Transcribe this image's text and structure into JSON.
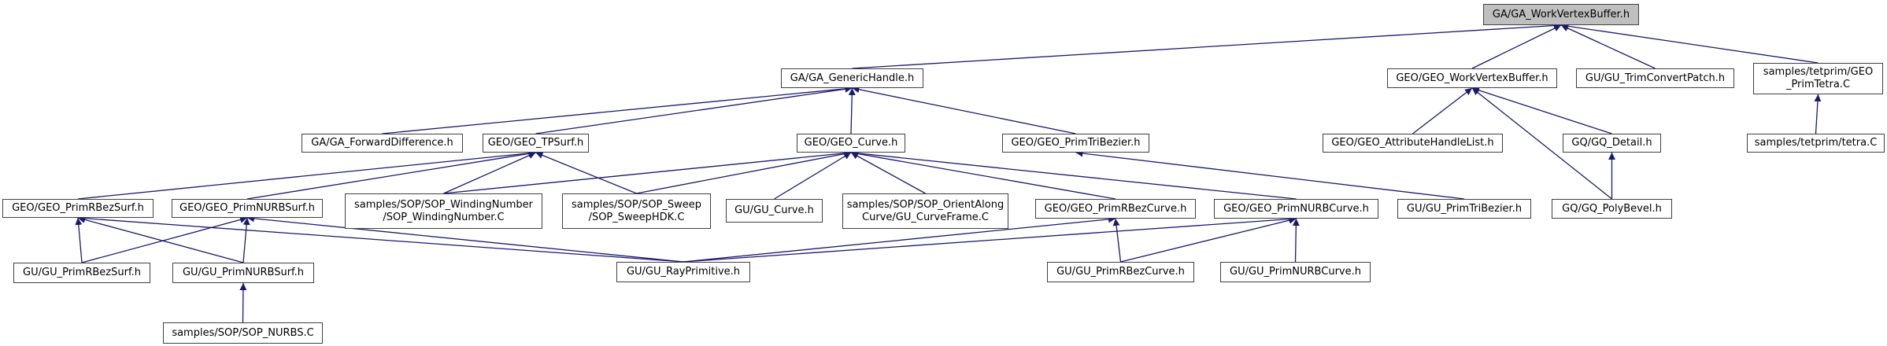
{
  "diagram": {
    "title": "GA/GA_WorkVertexBuffer.h include dependency graph",
    "colors": {
      "edge": "#191970",
      "node_border": "#404040",
      "root_fill": "#bfbfbf",
      "node_fill": "#ffffff"
    },
    "nodes": [
      {
        "id": "ga_workvertexbuffer",
        "label": "GA/GA_WorkVertexBuffer.h",
        "root": true
      },
      {
        "id": "ga_generichandle",
        "label": "GA/GA_GenericHandle.h"
      },
      {
        "id": "geo_workvertexbuffer",
        "label": "GEO/GEO_WorkVertexBuffer.h"
      },
      {
        "id": "gu_trimconvertpatch",
        "label": "GU/GU_TrimConvertPatch.h"
      },
      {
        "id": "tetprim_geo_primtetra",
        "label": "samples/tetprim/GEO\n_PrimTetra.C"
      },
      {
        "id": "ga_forwarddifference",
        "label": "GA/GA_ForwardDifference.h"
      },
      {
        "id": "geo_tpsurf",
        "label": "GEO/GEO_TPSurf.h"
      },
      {
        "id": "geo_curve",
        "label": "GEO/GEO_Curve.h"
      },
      {
        "id": "geo_primtribezier",
        "label": "GEO/GEO_PrimTriBezier.h"
      },
      {
        "id": "geo_attributehandlelist",
        "label": "GEO/GEO_AttributeHandleList.h"
      },
      {
        "id": "gq_detail",
        "label": "GQ/GQ_Detail.h"
      },
      {
        "id": "tetprim_tetra",
        "label": "samples/tetprim/tetra.C"
      },
      {
        "id": "geo_primrbezsurf",
        "label": "GEO/GEO_PrimRBezSurf.h"
      },
      {
        "id": "geo_primnurbsurf",
        "label": "GEO/GEO_PrimNURBSurf.h"
      },
      {
        "id": "sop_windingnumber",
        "label": "samples/SOP/SOP_WindingNumber\n/SOP_WindingNumber.C"
      },
      {
        "id": "sop_sweephdk",
        "label": "samples/SOP/SOP_Sweep\n/SOP_SweepHDK.C"
      },
      {
        "id": "gu_curve",
        "label": "GU/GU_Curve.h"
      },
      {
        "id": "gu_curveframe",
        "label": "samples/SOP/SOP_OrientAlong\nCurve/GU_CurveFrame.C"
      },
      {
        "id": "geo_primrbezcurve",
        "label": "GEO/GEO_PrimRBezCurve.h"
      },
      {
        "id": "geo_primnurbcurve",
        "label": "GEO/GEO_PrimNURBCurve.h"
      },
      {
        "id": "gu_primtribezier",
        "label": "GU/GU_PrimTriBezier.h"
      },
      {
        "id": "gq_polybevel",
        "label": "GQ/GQ_PolyBevel.h"
      },
      {
        "id": "gu_primrbezsurf",
        "label": "GU/GU_PrimRBezSurf.h"
      },
      {
        "id": "gu_primnurbsurf",
        "label": "GU/GU_PrimNURBSurf.h"
      },
      {
        "id": "gu_rayprimitive",
        "label": "GU/GU_RayPrimitive.h"
      },
      {
        "id": "gu_primrbezcurve",
        "label": "GU/GU_PrimRBezCurve.h"
      },
      {
        "id": "gu_primnurbcurve",
        "label": "GU/GU_PrimNURBCurve.h"
      },
      {
        "id": "sop_nurbs",
        "label": "samples/SOP/SOP_NURBS.C"
      }
    ],
    "edges": [
      {
        "from": "ga_generichandle",
        "to": "ga_workvertexbuffer"
      },
      {
        "from": "geo_workvertexbuffer",
        "to": "ga_workvertexbuffer"
      },
      {
        "from": "gu_trimconvertpatch",
        "to": "ga_workvertexbuffer"
      },
      {
        "from": "tetprim_geo_primtetra",
        "to": "ga_workvertexbuffer"
      },
      {
        "from": "ga_forwarddifference",
        "to": "ga_generichandle"
      },
      {
        "from": "geo_tpsurf",
        "to": "ga_generichandle"
      },
      {
        "from": "geo_curve",
        "to": "ga_generichandle"
      },
      {
        "from": "geo_primtribezier",
        "to": "ga_generichandle"
      },
      {
        "from": "geo_attributehandlelist",
        "to": "geo_workvertexbuffer"
      },
      {
        "from": "gq_detail",
        "to": "geo_workvertexbuffer"
      },
      {
        "from": "gq_polybevel",
        "to": "geo_workvertexbuffer"
      },
      {
        "from": "tetprim_tetra",
        "to": "tetprim_geo_primtetra"
      },
      {
        "from": "geo_primrbezsurf",
        "to": "geo_tpsurf"
      },
      {
        "from": "geo_primnurbsurf",
        "to": "geo_tpsurf"
      },
      {
        "from": "sop_windingnumber",
        "to": "geo_tpsurf"
      },
      {
        "from": "sop_sweephdk",
        "to": "geo_tpsurf"
      },
      {
        "from": "sop_windingnumber",
        "to": "geo_curve"
      },
      {
        "from": "sop_sweephdk",
        "to": "geo_curve"
      },
      {
        "from": "gu_curve",
        "to": "geo_curve"
      },
      {
        "from": "gu_curveframe",
        "to": "geo_curve"
      },
      {
        "from": "geo_primrbezcurve",
        "to": "geo_curve"
      },
      {
        "from": "geo_primnurbcurve",
        "to": "geo_curve"
      },
      {
        "from": "gu_primtribezier",
        "to": "geo_primtribezier"
      },
      {
        "from": "gq_polybevel",
        "to": "gq_detail"
      },
      {
        "from": "gu_primrbezsurf",
        "to": "geo_primrbezsurf"
      },
      {
        "from": "gu_primnurbsurf",
        "to": "geo_primrbezsurf"
      },
      {
        "from": "gu_rayprimitive",
        "to": "geo_primrbezsurf"
      },
      {
        "from": "gu_primrbezsurf",
        "to": "geo_primnurbsurf"
      },
      {
        "from": "gu_primnurbsurf",
        "to": "geo_primnurbsurf"
      },
      {
        "from": "gu_rayprimitive",
        "to": "geo_primnurbsurf"
      },
      {
        "from": "gu_rayprimitive",
        "to": "geo_primrbezcurve"
      },
      {
        "from": "gu_primrbezcurve",
        "to": "geo_primrbezcurve"
      },
      {
        "from": "gu_rayprimitive",
        "to": "geo_primnurbcurve"
      },
      {
        "from": "gu_primrbezcurve",
        "to": "geo_primnurbcurve"
      },
      {
        "from": "gu_primnurbcurve",
        "to": "geo_primnurbcurve"
      },
      {
        "from": "sop_nurbs",
        "to": "gu_primnurbsurf"
      }
    ]
  }
}
